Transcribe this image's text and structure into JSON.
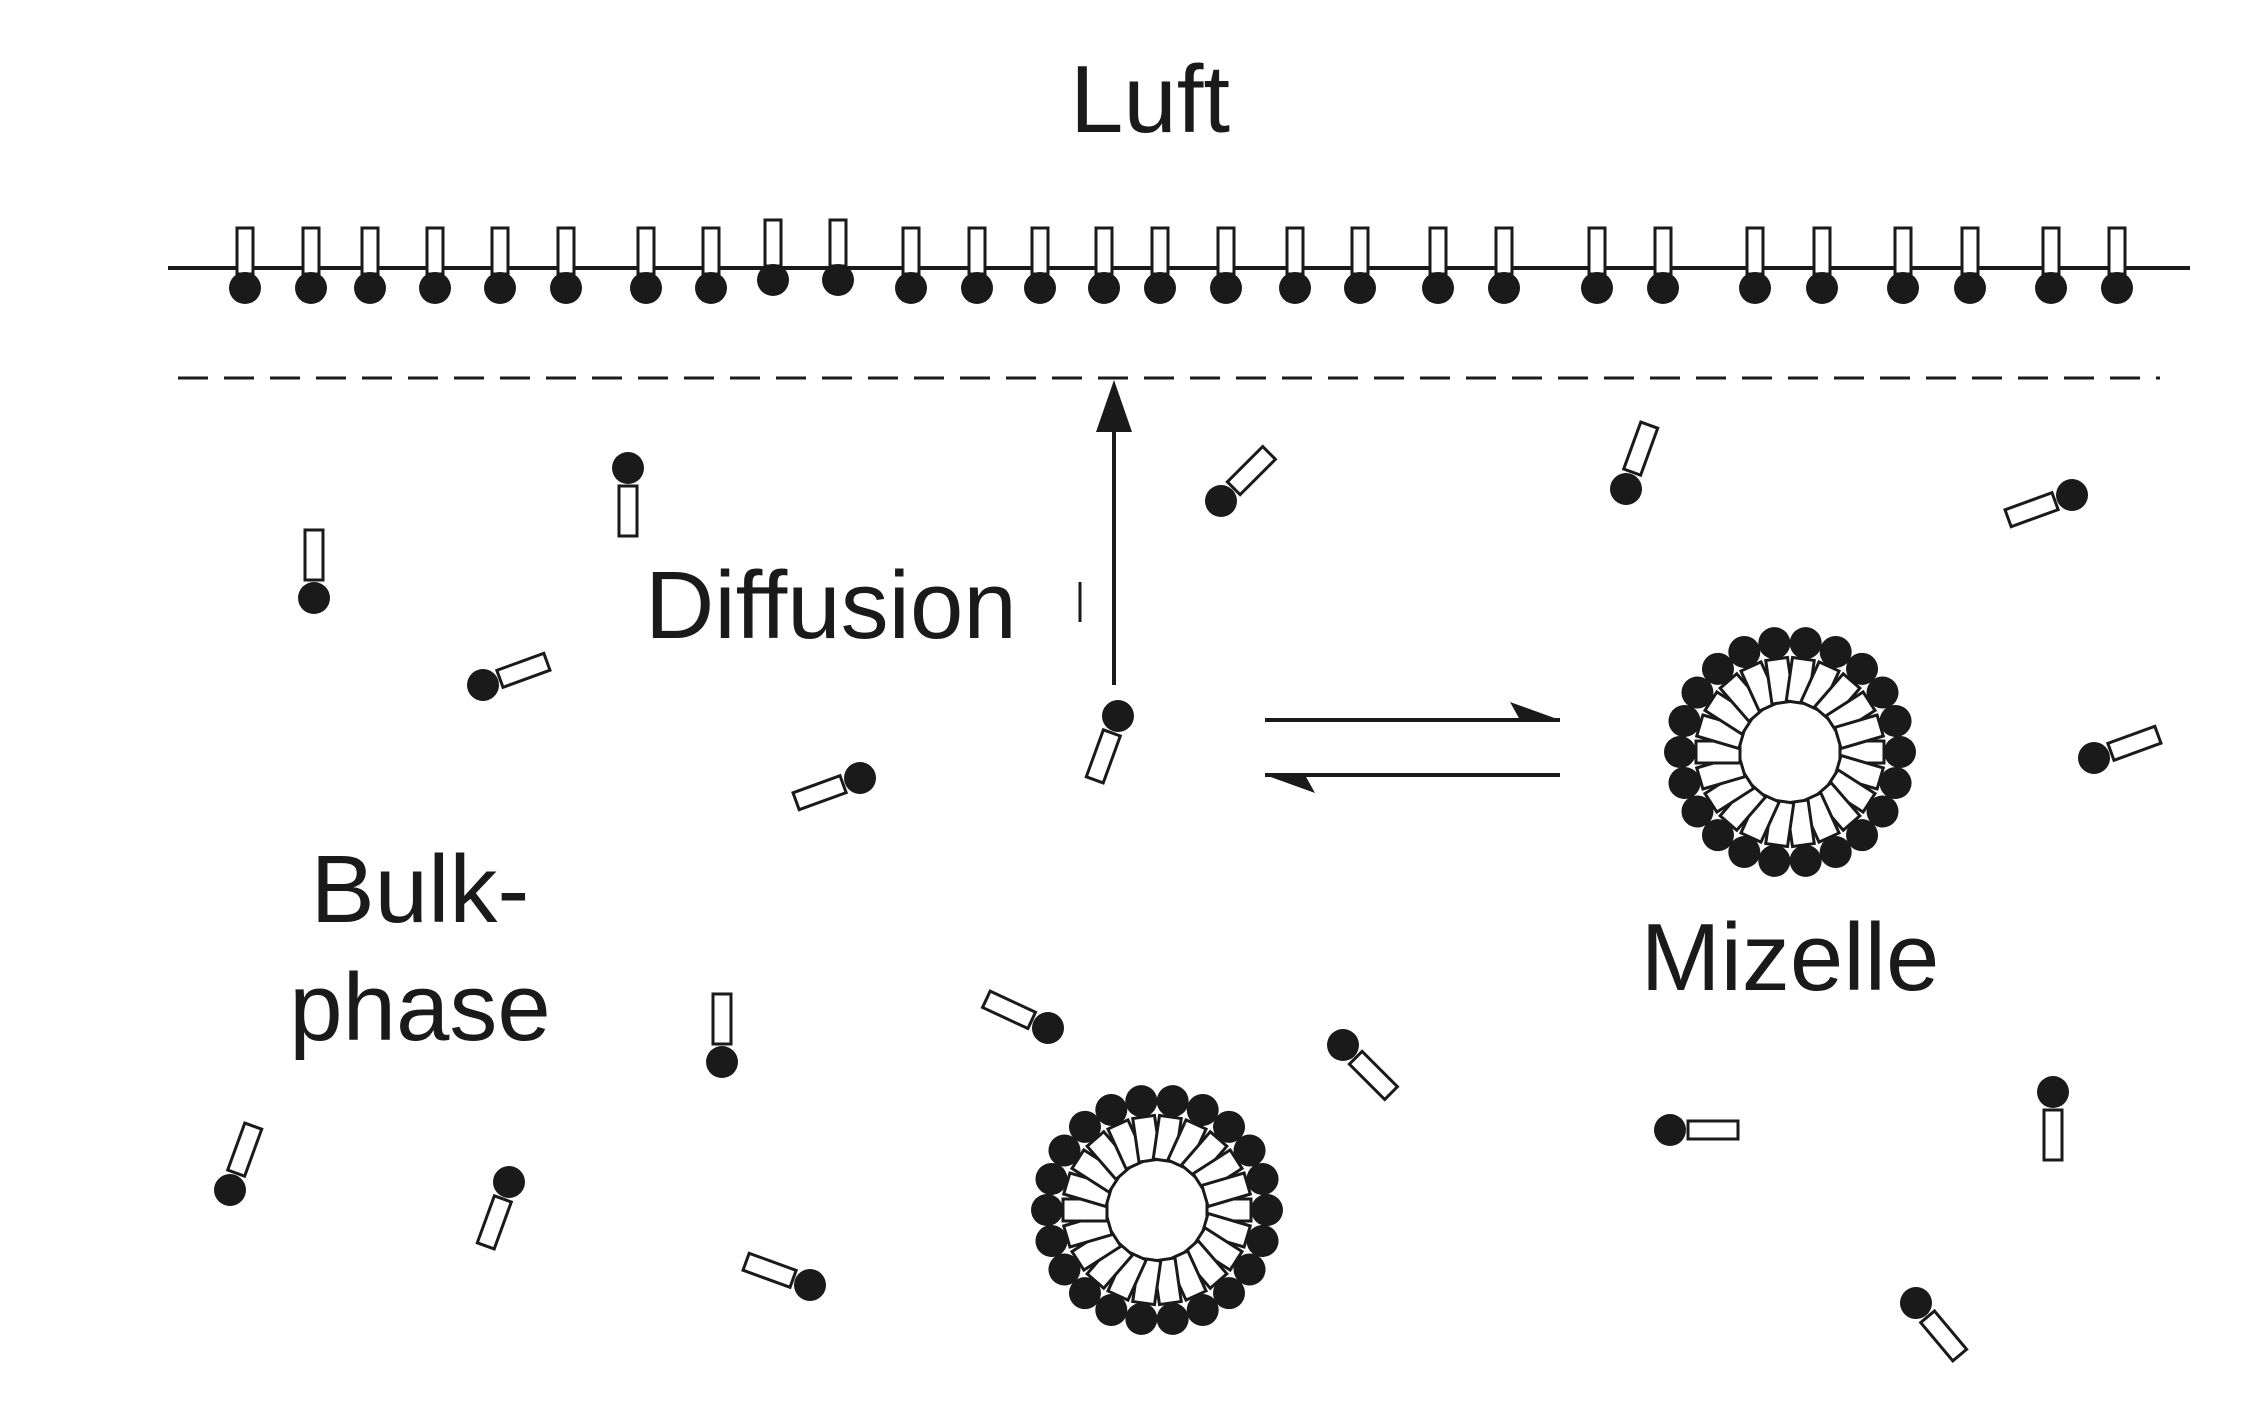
{
  "labels": {
    "air": "Luft",
    "diffusion": "Diffusion",
    "bulk_line1": "Bulk-",
    "bulk_line2": "phase",
    "micelle": "Mizelle"
  },
  "colors": {
    "ink": "#1a1a1a",
    "background": "#ffffff"
  }
}
